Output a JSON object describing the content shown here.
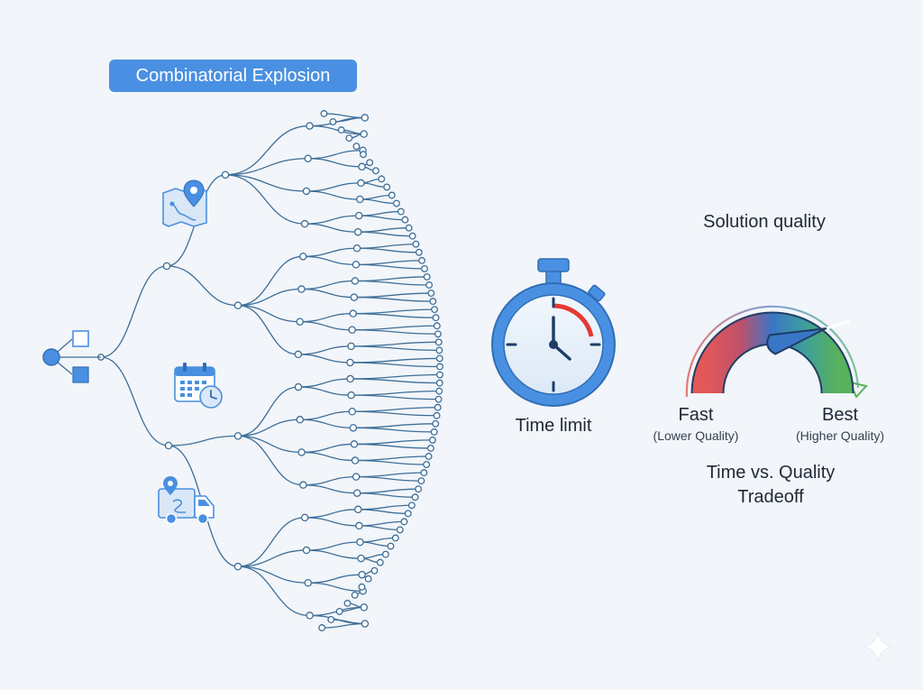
{
  "title": "Combinatorial Explosion",
  "timer": {
    "label": "Time limit"
  },
  "gauge": {
    "title": "Solution quality",
    "left_label": "Fast",
    "left_sub": "(Lower Quality)",
    "right_label": "Best",
    "right_sub": "(Higher Quality)",
    "caption_line1": "Time vs. Quality",
    "caption_line2": "Tradeoff",
    "level": 0.8
  },
  "icons": [
    "root-node-icon",
    "map-pin-icon",
    "calendar-clock-icon",
    "delivery-truck-icon",
    "sparkle-icon"
  ],
  "colors": {
    "accent": "#4a90e2",
    "tree_line": "#3d6e99",
    "node_fill": "#ffffff",
    "timer_red": "#e53935",
    "gauge_red": "#e25858",
    "gauge_blue": "#3a76c7",
    "gauge_green": "#58b15c"
  }
}
